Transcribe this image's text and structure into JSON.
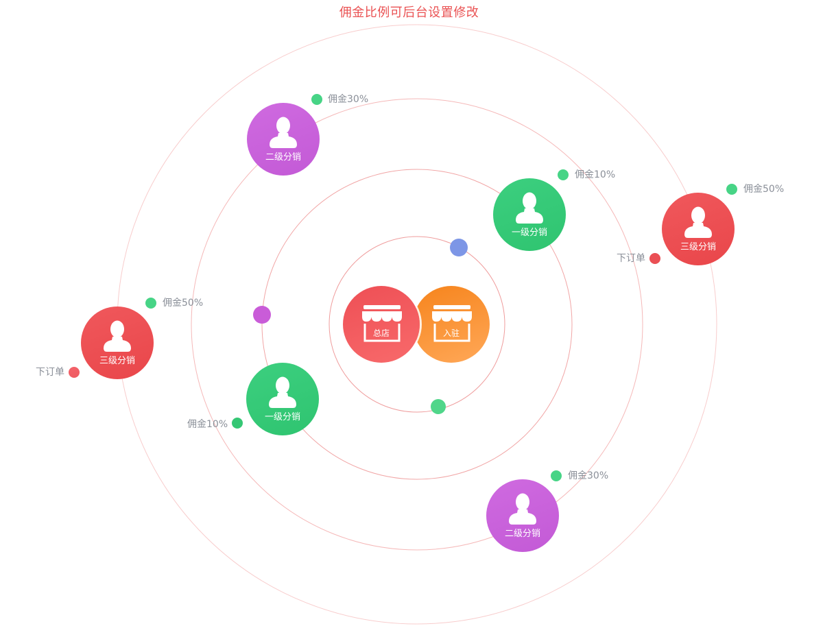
{
  "header": {
    "title": "佣金比例可后台设置修改"
  },
  "center": {
    "main_store": {
      "label": "总店",
      "icon": "storefront-icon",
      "color": "#ee4f55"
    },
    "join_store": {
      "label": "入驻",
      "icon": "storefront-icon",
      "color": "#f6841c"
    }
  },
  "nodes": [
    {
      "id": "level2-top",
      "label": "二级分销",
      "icon": "person-icon",
      "color": "#c95cd8"
    },
    {
      "id": "level1-right",
      "label": "一级分销",
      "icon": "person-icon",
      "color": "#36c977"
    },
    {
      "id": "level3-right",
      "label": "三级分销",
      "icon": "person-icon",
      "color": "#ea4f54"
    },
    {
      "id": "level3-left",
      "label": "三级分销",
      "icon": "person-icon",
      "color": "#ea4f54"
    },
    {
      "id": "level1-left",
      "label": "一级分销",
      "icon": "person-icon",
      "color": "#36c977"
    },
    {
      "id": "level2-bottom",
      "label": "二级分销",
      "icon": "person-icon",
      "color": "#c95cd8"
    }
  ],
  "tags": [
    {
      "text": "佣金30%"
    },
    {
      "text": "佣金10%"
    },
    {
      "text": "佣金50%"
    },
    {
      "text": "下订单"
    },
    {
      "text": "佣金50%"
    },
    {
      "text": "下订单"
    },
    {
      "text": "佣金10%"
    },
    {
      "text": "佣金30%"
    }
  ],
  "colors": {
    "orbit_line": "#f5b8b8",
    "orbit_line_inner": "#ef9c9c",
    "tag_green": "#47d486",
    "tag_red": "#ea4f54",
    "text_gray": "#8a8f98",
    "title_red": "#ea5253"
  }
}
